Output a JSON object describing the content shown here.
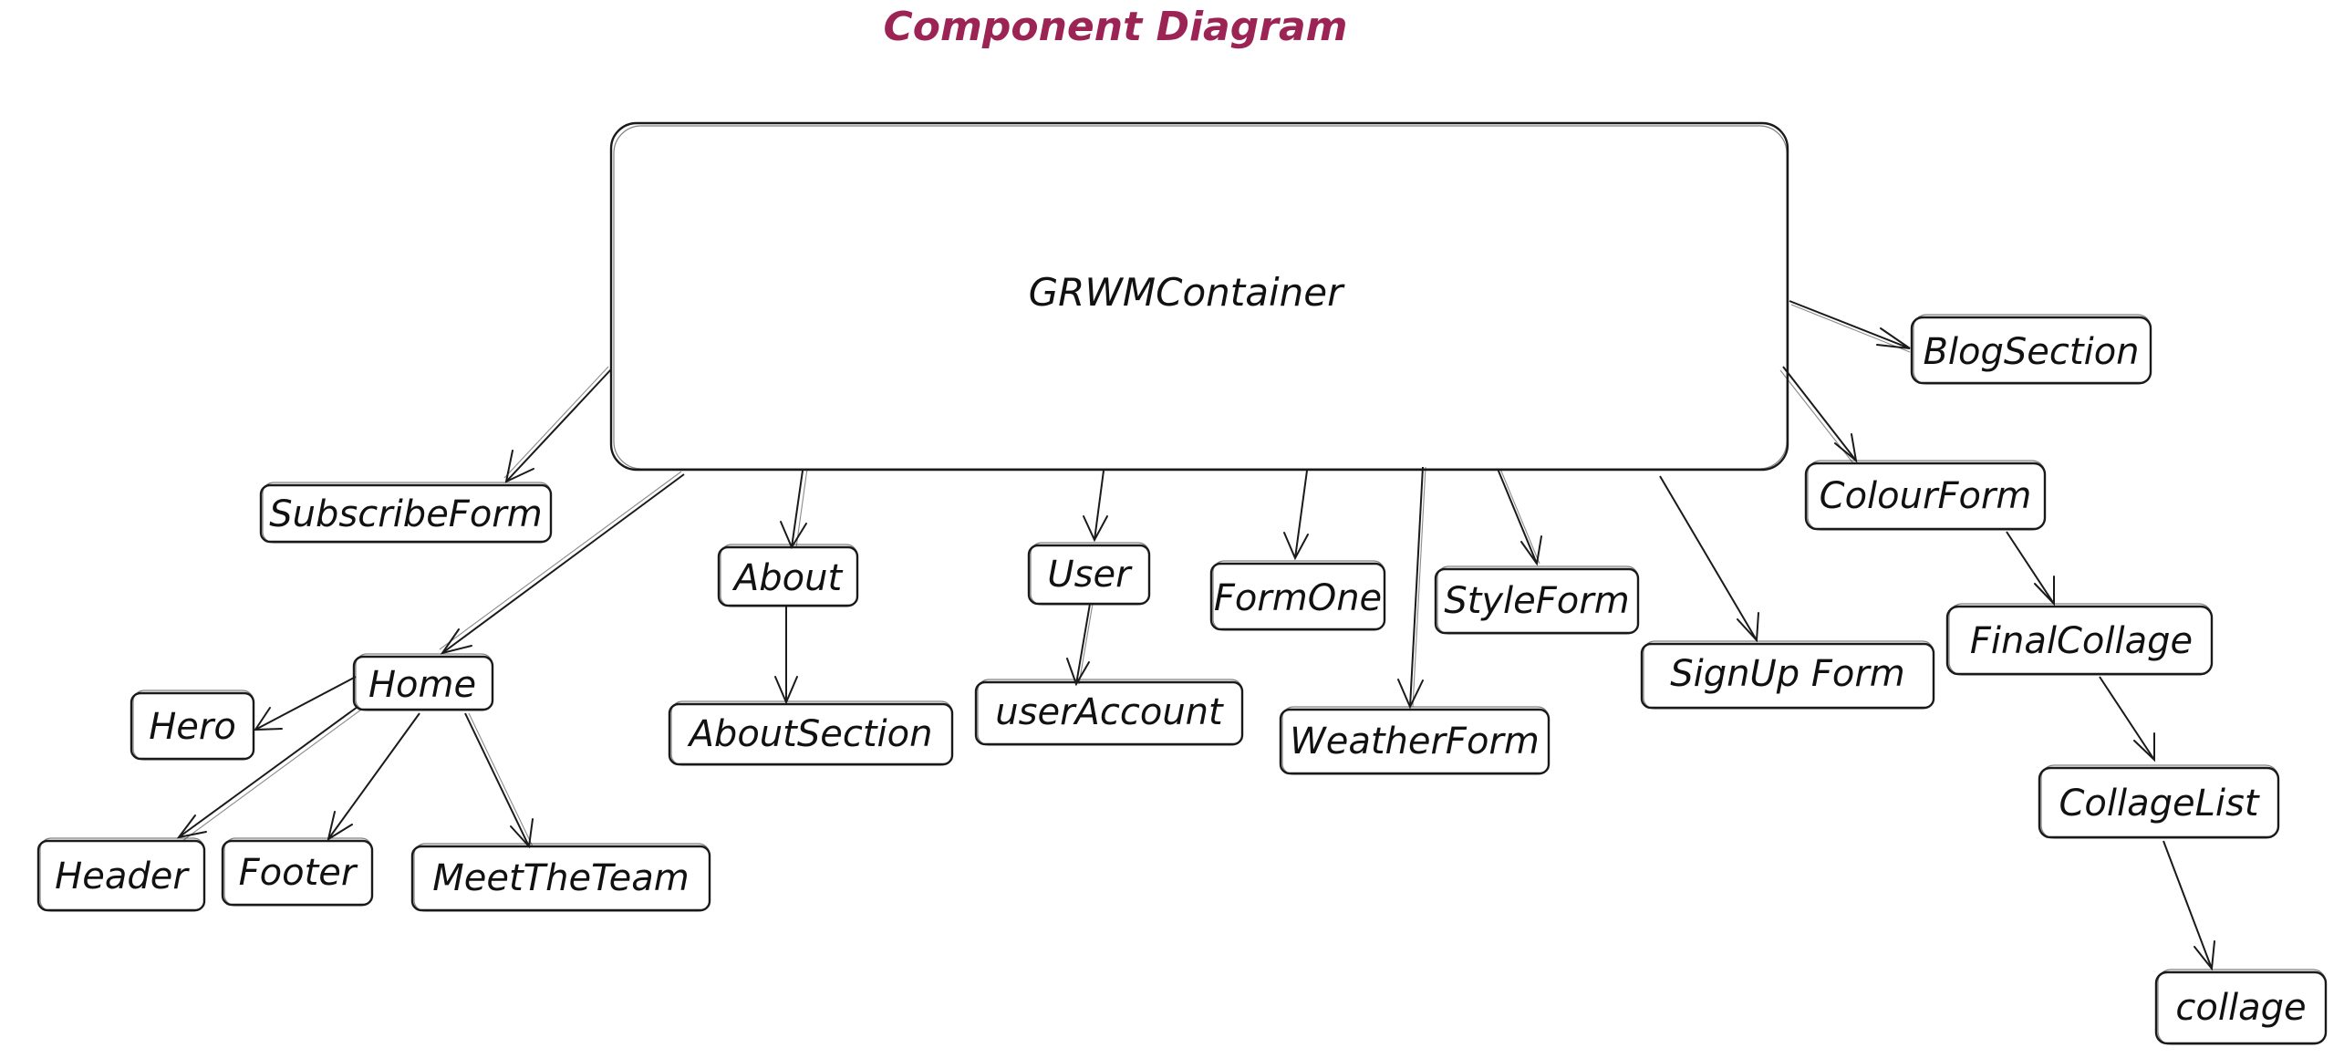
{
  "title": "Component Diagram",
  "colors": {
    "title": "#9c2455",
    "stroke": "#1a1a1a",
    "background": "#ffffff"
  },
  "nodes": {
    "grwm_container": "GRWMContainer",
    "blog_section": "BlogSection",
    "colour_form": "ColourForm",
    "final_collage": "FinalCollage",
    "collage_list": "CollageList",
    "collage": "collage",
    "subscribe_form": "SubscribeForm",
    "home": "Home",
    "hero": "Hero",
    "header": "Header",
    "footer": "Footer",
    "meet_the_team": "MeetTheTeam",
    "about": "About",
    "about_section": "AboutSection",
    "user": "User",
    "user_account": "userAccount",
    "form_one": "FormOne",
    "weather_form": "WeatherForm",
    "style_form": "StyleForm",
    "signup_form": "SignUp Form"
  },
  "edges": [
    {
      "from": "GRWMContainer",
      "to": "BlogSection"
    },
    {
      "from": "GRWMContainer",
      "to": "ColourForm"
    },
    {
      "from": "GRWMContainer",
      "to": "SubscribeForm"
    },
    {
      "from": "GRWMContainer",
      "to": "Home"
    },
    {
      "from": "GRWMContainer",
      "to": "About"
    },
    {
      "from": "GRWMContainer",
      "to": "User"
    },
    {
      "from": "GRWMContainer",
      "to": "FormOne"
    },
    {
      "from": "GRWMContainer",
      "to": "WeatherForm"
    },
    {
      "from": "GRWMContainer",
      "to": "StyleForm"
    },
    {
      "from": "GRWMContainer",
      "to": "SignUp Form"
    },
    {
      "from": "ColourForm",
      "to": "FinalCollage"
    },
    {
      "from": "FinalCollage",
      "to": "CollageList"
    },
    {
      "from": "CollageList",
      "to": "collage"
    },
    {
      "from": "Home",
      "to": "Hero"
    },
    {
      "from": "Home",
      "to": "Header"
    },
    {
      "from": "Home",
      "to": "Footer"
    },
    {
      "from": "Home",
      "to": "MeetTheTeam"
    },
    {
      "from": "About",
      "to": "AboutSection"
    },
    {
      "from": "User",
      "to": "userAccount"
    }
  ]
}
